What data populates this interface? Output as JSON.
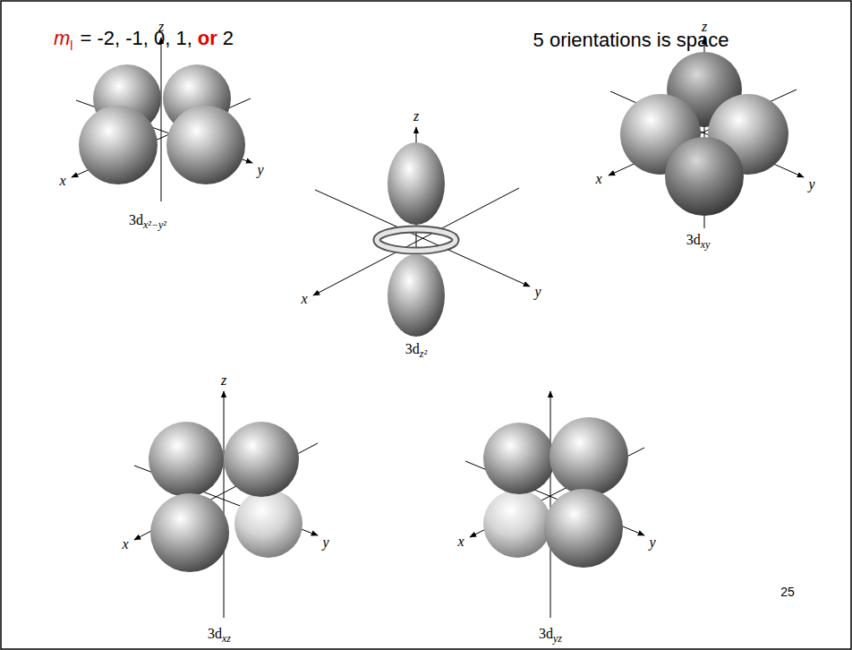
{
  "diagram": {
    "labels": [
      "m",
      "l",
      "= -2, -1, 0, 1,",
      "or",
      "2",
      "5 orientations is space",
      "z",
      "x",
      "y",
      "3dx²−y²",
      "z",
      "x",
      "y",
      "3dz²",
      "z",
      "x",
      "y",
      "3dxy",
      "z",
      "x",
      "y",
      "3dxz",
      "x",
      "y",
      "3dyz",
      "25"
    ]
  }
}
